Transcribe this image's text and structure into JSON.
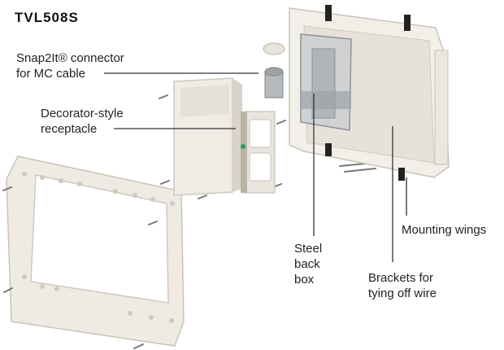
{
  "title": "TVL508S",
  "labels": {
    "snap2it": "Snap2It® connector\nfor MC cable",
    "receptacle": "Decorator-style\nreceptacle",
    "steel_box": "Steel\nback\nbox",
    "mounting_wings": "Mounting wings",
    "brackets": "Brackets for\ntying off wire"
  },
  "colors": {
    "plastic": "#ede9e1",
    "plastic_shade": "#d8d3c8",
    "steel": "#9ea2a6",
    "line": "#333333"
  }
}
